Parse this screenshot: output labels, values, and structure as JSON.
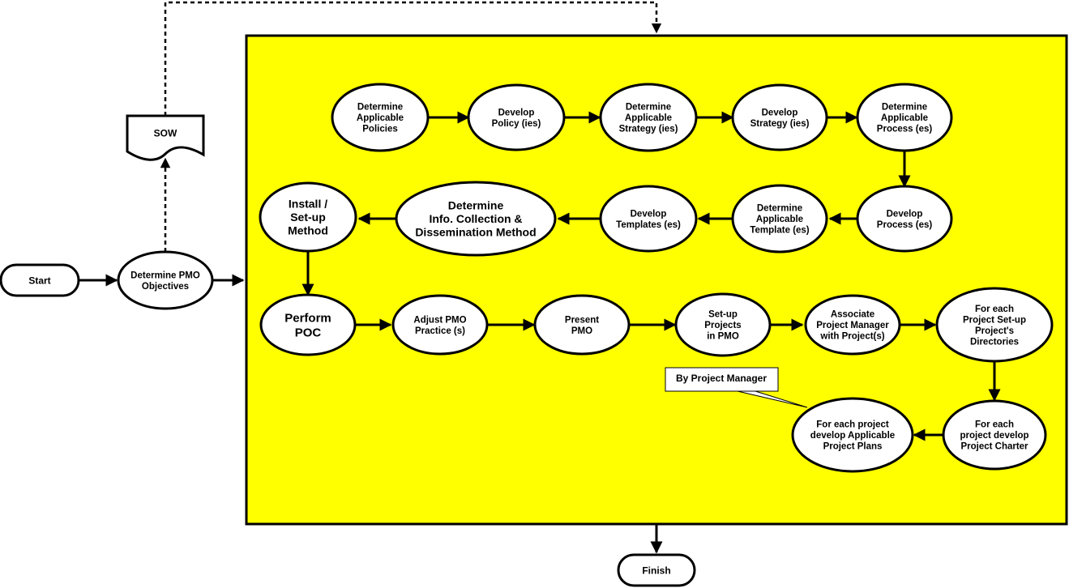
{
  "colors": {
    "container_fill": "#ffff00",
    "stroke": "#000000",
    "node_fill": "#ffffff"
  },
  "nodes": {
    "start": "Start",
    "objectives": "Determine PMO Objectives",
    "sow": "SOW",
    "finish": "Finish",
    "policies": "Determine Applicable Policies",
    "policy": "Develop Policy (ies)",
    "det_strategy": "Determine Applicable Strategy (ies)",
    "dev_strategy": "Develop Strategy (ies)",
    "det_process": "Determine Applicable Process (es)",
    "dev_process": "Develop Process (es)",
    "det_template": "Determine Applicable Template (es)",
    "dev_templates": "Develop Templates (es)",
    "info": "Determine Info. Collection & Dissemination Method",
    "install": "Install / Set-up Method",
    "poc": "Perform POC",
    "adjust": "Adjust PMO Practice (s)",
    "present": "Present PMO",
    "setup": "Set-up Projects in PMO",
    "associate": "Associate Project Manager with Project(s)",
    "directories": "For each Project Set-up Project's Directories",
    "charter": "For each project develop Project Charter",
    "plans": "For each project develop Applicable Project Plans"
  },
  "callout": "By Project Manager"
}
